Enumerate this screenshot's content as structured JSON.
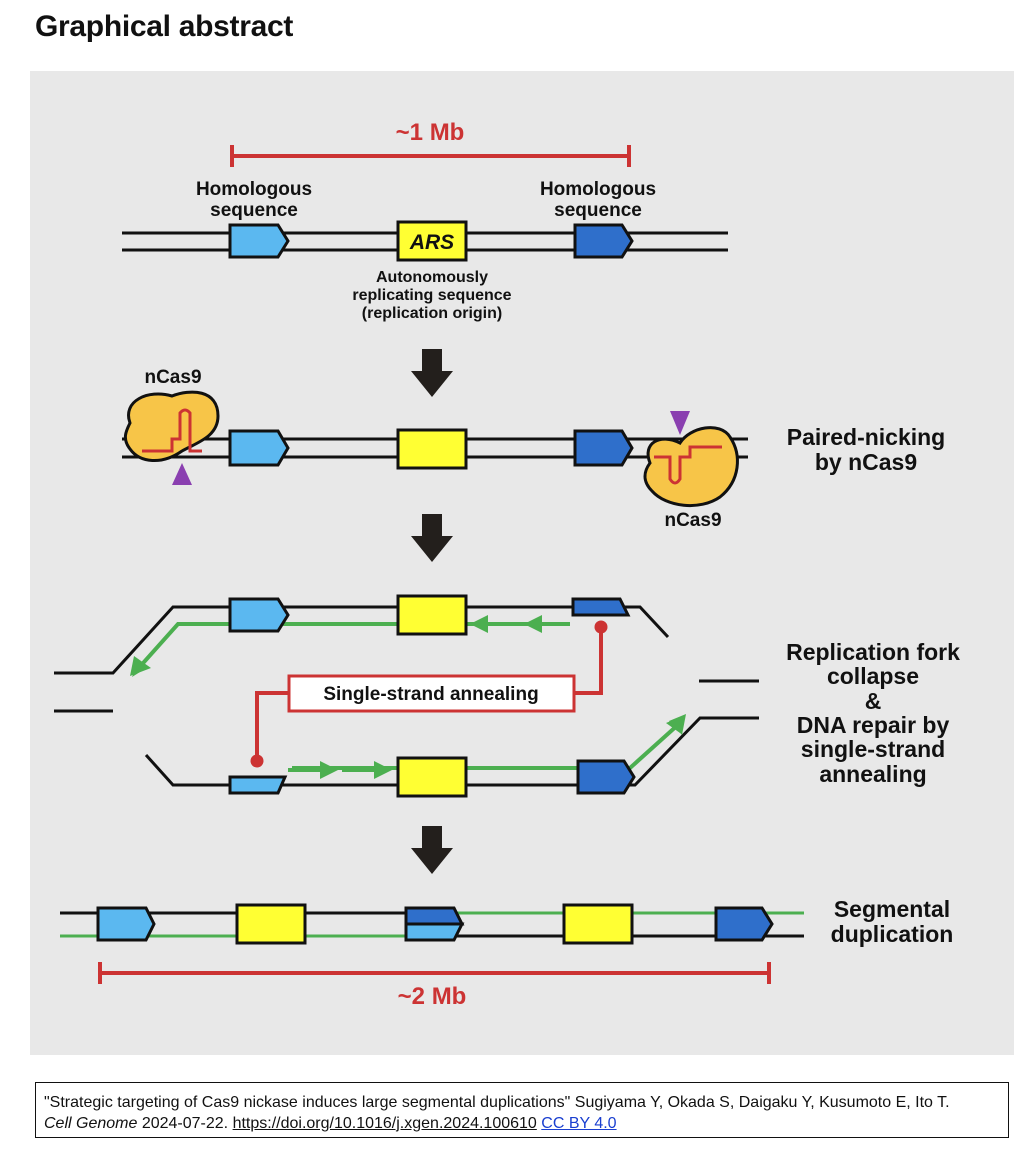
{
  "page": {
    "heading": "Graphical abstract"
  },
  "figure": {
    "top_scale_label": "~1 Mb",
    "bottom_scale_label": "~2 Mb",
    "homologous_left": [
      "Homologous",
      "sequence"
    ],
    "homologous_right": [
      "Homologous",
      "sequence"
    ],
    "ars_box_label": "ARS",
    "ars_description": [
      "Autonomously",
      "replicating sequence",
      "(replication origin)"
    ],
    "ncas9_label_left": "nCas9",
    "ncas9_label_right": "nCas9",
    "step_paired_nicking": [
      "Paired-nicking",
      "by nCas9"
    ],
    "annealing_box_label": "Single-strand annealing",
    "step_fork_collapse": [
      "Replication fork",
      "collapse",
      "&",
      "DNA repair by",
      "single-strand",
      "annealing"
    ],
    "step_duplication": [
      "Segmental",
      "duplication"
    ],
    "colors": {
      "light_blue": "#5bb8f0",
      "dark_blue": "#2f6fcb",
      "yellow": "#ffff33",
      "red": "#cc3333",
      "green": "#4caf50",
      "purple": "#8a3fb0",
      "ncas9": "#f7c548",
      "arrow": "#231f1c"
    }
  },
  "citation": {
    "title_quote": "\"Strategic targeting of Cas9 nickase induces large segmental duplications\"",
    "authors": "Sugiyama Y, Okada S, Daigaku Y, Kusumoto E, Ito T.",
    "journal": "Cell Genome",
    "date": "2024-07-22.",
    "doi_url": "https://doi.org/10.1016/j.xgen.2024.100610",
    "license": "CC BY 4.0"
  }
}
